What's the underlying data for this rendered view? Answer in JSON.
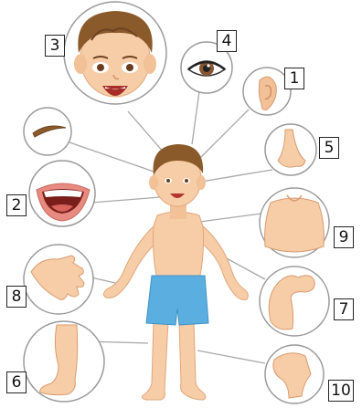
{
  "labels": {
    "head": "3",
    "eye": "4",
    "ear": "1",
    "eyebrow": "",
    "nose": "5",
    "mouth": "2",
    "chest": "9",
    "hand": "8",
    "arm": "7",
    "leg": "6",
    "knee": "10"
  },
  "colors": {
    "skin": "#f6cda6",
    "skin_shade": "#e9a97f",
    "hair": "#8b5a2b",
    "shorts": "#5aaee0",
    "circle_stroke": "#9a9a9a",
    "leader_line": "#a8a8a8"
  }
}
